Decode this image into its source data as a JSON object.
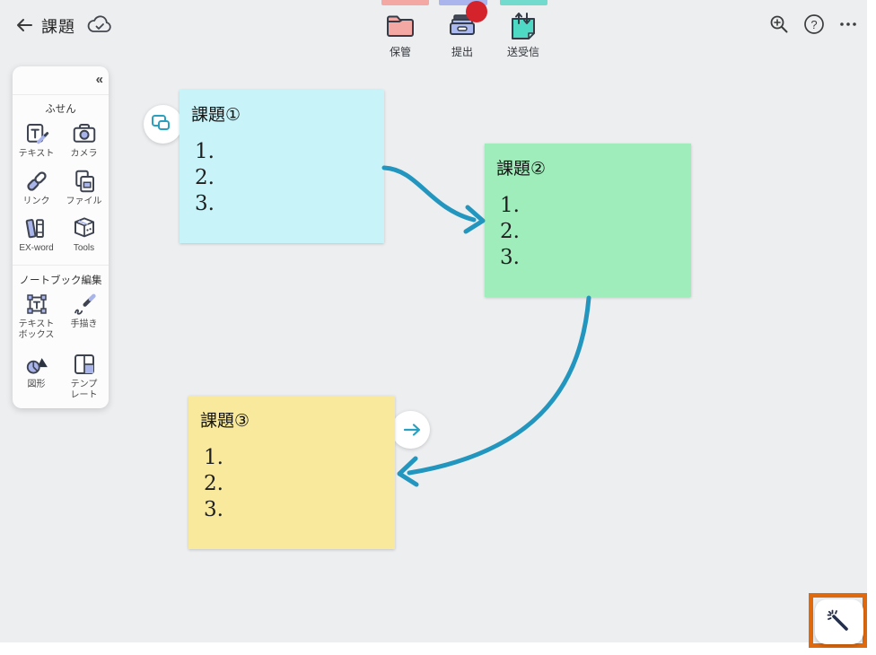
{
  "header": {
    "title": "課題",
    "toolbar": [
      {
        "label": "保管",
        "icon": "folder"
      },
      {
        "label": "提出",
        "icon": "submit-box",
        "badge": true
      },
      {
        "label": "送受信",
        "icon": "send-receive"
      }
    ],
    "tab_strip_colors": [
      "#f4a8a3",
      "#a9b5ec",
      "#72dbcd"
    ],
    "badge_color": "#d5232b",
    "help_glyph": "?"
  },
  "sidebar": {
    "collapse_glyph": "«",
    "sections": [
      {
        "title": "ふせん",
        "items": [
          {
            "label": "テキスト",
            "icon": "text-note"
          },
          {
            "label": "カメラ",
            "icon": "camera"
          },
          {
            "label": "リンク",
            "icon": "link"
          },
          {
            "label": "ファイル",
            "icon": "file"
          },
          {
            "label": "EX-word",
            "icon": "ex-word"
          },
          {
            "label": "Tools",
            "icon": "tools"
          }
        ]
      },
      {
        "title": "ノートブック編集",
        "items": [
          {
            "label": "テキスト\nボックス",
            "icon": "text-box"
          },
          {
            "label": "手描き",
            "icon": "hand-draw"
          },
          {
            "label": "図形",
            "icon": "shapes"
          },
          {
            "label": "テンプ\nレート",
            "icon": "template"
          }
        ]
      }
    ]
  },
  "canvas": {
    "notes": [
      {
        "title": "課題①",
        "lines": [
          "1.",
          "2.",
          "3."
        ],
        "color": "#c8f3f8"
      },
      {
        "title": "課題②",
        "lines": [
          "1.",
          "2.",
          "3."
        ],
        "color": "#a0edbc"
      },
      {
        "title": "課題③",
        "lines": [
          "1.",
          "2.",
          "3."
        ],
        "color": "#f8e99d"
      }
    ],
    "connector_color": "#2296be"
  },
  "floating": {
    "highlight_color": "#e0690d"
  }
}
